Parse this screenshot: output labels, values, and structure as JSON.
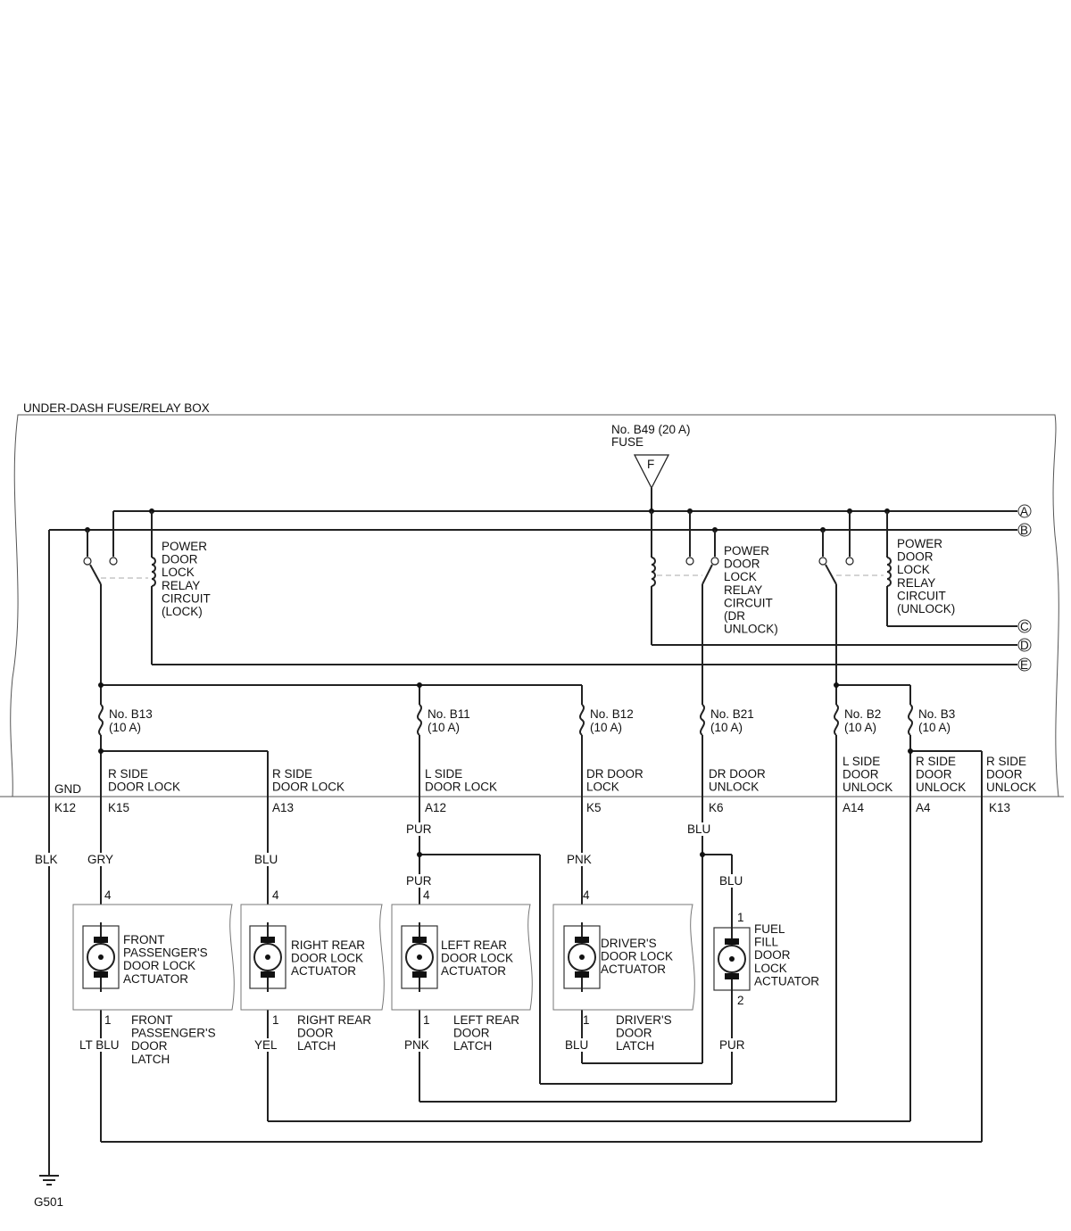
{
  "box": {
    "title": "UNDER-DASH FUSE/RELAY BOX"
  },
  "main_fuse": {
    "line1": "No. B49 (20 A)",
    "line2": "FUSE",
    "symbol": "F"
  },
  "terminals": [
    "A",
    "B",
    "C",
    "D",
    "E"
  ],
  "relays": {
    "lock": [
      "POWER",
      "DOOR",
      "LOCK",
      "RELAY",
      "CIRCUIT",
      "(LOCK)"
    ],
    "dr_unlock": [
      "POWER",
      "DOOR",
      "LOCK",
      "RELAY",
      "CIRCUIT",
      "(DR",
      "UNLOCK)"
    ],
    "unlock": [
      "POWER",
      "DOOR",
      "LOCK",
      "RELAY",
      "CIRCUIT",
      "(UNLOCK)"
    ]
  },
  "fuses": [
    {
      "name": "No. B13",
      "rating": "(10 A)"
    },
    {
      "name": "No. B11",
      "rating": "(10 A)"
    },
    {
      "name": "No. B12",
      "rating": "(10 A)"
    },
    {
      "name": "No. B21",
      "rating": "(10 A)"
    },
    {
      "name": "No. B2",
      "rating": "(10 A)"
    },
    {
      "name": "No. B3",
      "rating": "(10 A)"
    }
  ],
  "circuits": [
    [
      "GND"
    ],
    [
      "R SIDE",
      "DOOR LOCK"
    ],
    [
      "R SIDE",
      "DOOR LOCK"
    ],
    [
      "L SIDE",
      "DOOR LOCK"
    ],
    [
      "DR DOOR",
      "LOCK"
    ],
    [
      "DR DOOR",
      "UNLOCK"
    ],
    [
      "L SIDE",
      "DOOR",
      "UNLOCK"
    ],
    [
      "R SIDE",
      "DOOR",
      "UNLOCK"
    ],
    [
      "R SIDE",
      "DOOR",
      "UNLOCK"
    ]
  ],
  "pins": [
    "K12",
    "K15",
    "A13",
    "A12",
    "K5",
    "K6",
    "A14",
    "A4",
    "K13"
  ],
  "wire_colors": {
    "blk": "BLK",
    "gry": "GRY",
    "blu_a13": "BLU",
    "pur_a12": "PUR",
    "pur_branch": "PUR",
    "pnk_k5": "PNK",
    "blu_k6": "BLU",
    "blu_branch": "BLU",
    "lt_blu": "LT BLU",
    "yel": "YEL",
    "pnk_ret": "PNK",
    "blu_ret": "BLU",
    "pur_ret": "PUR"
  },
  "actuators": [
    {
      "name": [
        "FRONT",
        "PASSENGER'S",
        "DOOR LOCK",
        "ACTUATOR"
      ],
      "pin_top": "4",
      "pin_bottom": "1",
      "latch": [
        "FRONT",
        "PASSENGER'S",
        "DOOR",
        "LATCH"
      ]
    },
    {
      "name": [
        "RIGHT REAR",
        "DOOR LOCK",
        "ACTUATOR"
      ],
      "pin_top": "4",
      "pin_bottom": "1",
      "latch": [
        "RIGHT REAR",
        "DOOR",
        "LATCH"
      ]
    },
    {
      "name": [
        "LEFT REAR",
        "DOOR LOCK",
        "ACTUATOR"
      ],
      "pin_top": "4",
      "pin_bottom": "1",
      "latch": [
        "LEFT REAR",
        "DOOR",
        "LATCH"
      ]
    },
    {
      "name": [
        "DRIVER'S",
        "DOOR LOCK",
        "ACTUATOR"
      ],
      "pin_top": "4",
      "pin_bottom": "1",
      "latch": [
        "DRIVER'S",
        "DOOR",
        "LATCH"
      ]
    },
    {
      "name": [
        "FUEL",
        "FILL",
        "DOOR",
        "LOCK",
        "ACTUATOR"
      ],
      "pin_top": "1",
      "pin_bottom": "2",
      "latch": []
    }
  ],
  "ground": "G501"
}
